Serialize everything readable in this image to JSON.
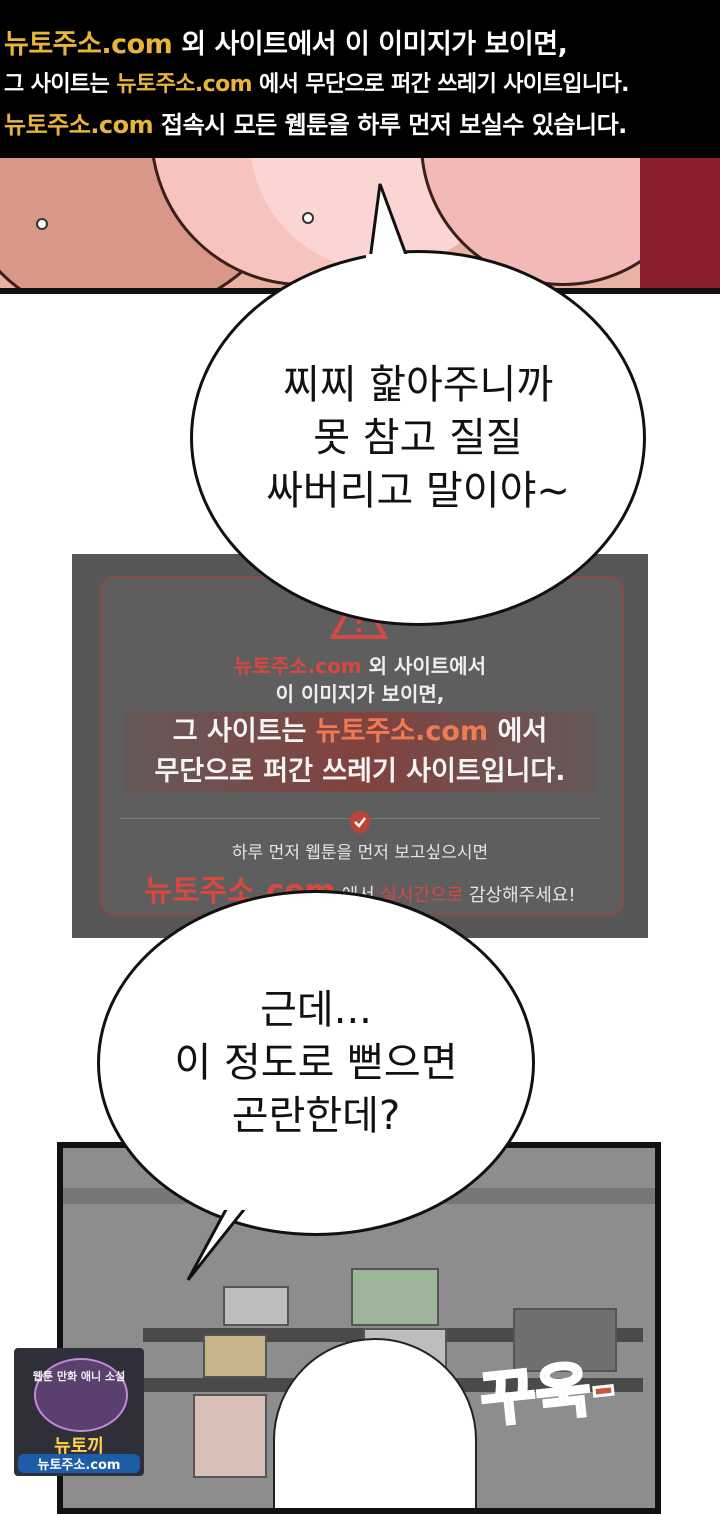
{
  "watermark_banner": {
    "line1": {
      "site": "뉴토주소.com",
      "rest": " 외 사이트에서 이 이미지가 보이면,"
    },
    "line2": {
      "pre": "그 사이트는 ",
      "site": "뉴토주소.com",
      "rest": " 에서 무단으로 퍼간 쓰레기 사이트입니다."
    },
    "line3": {
      "site": "뉴토주소.com",
      "rest": " 접속시  모든 웹툰을 하루 먼저 보실수 있습니다."
    }
  },
  "bubble1": {
    "text": "찌찌 핥아주니까\n못 참고 질질\n싸버리고 말이야~"
  },
  "warning_card": {
    "line1_site": "뉴토주소.com",
    "line1_rest": " 외 사이트에서",
    "line2": "이 이미지가 보이면,",
    "line3_pre": "그 사이트는 ",
    "line3_site": "뉴토주소.com",
    "line3_rest": " 에서",
    "line4": "무단으로 퍼간 쓰레기 사이트입니다.",
    "line5": "하루 먼저 웹툰을 먼저 보고싶으시면",
    "line6_site": "뉴토주소.com",
    "line6_mid": " 에서 ",
    "line6_em": "실시간으로",
    "line6_rest": " 감상해주세요!"
  },
  "bubble2": {
    "text": "근데...\n이 정도로 뻗으면\n곤란한데?"
  },
  "sound_effect": "꾸욱-",
  "logo": {
    "top": "웹툰 만화 애니 소설",
    "name": "뉴토끼",
    "site": "뉴토주소.com"
  },
  "colors": {
    "gold": "#e8b53a",
    "warning_red": "#d9483e"
  }
}
